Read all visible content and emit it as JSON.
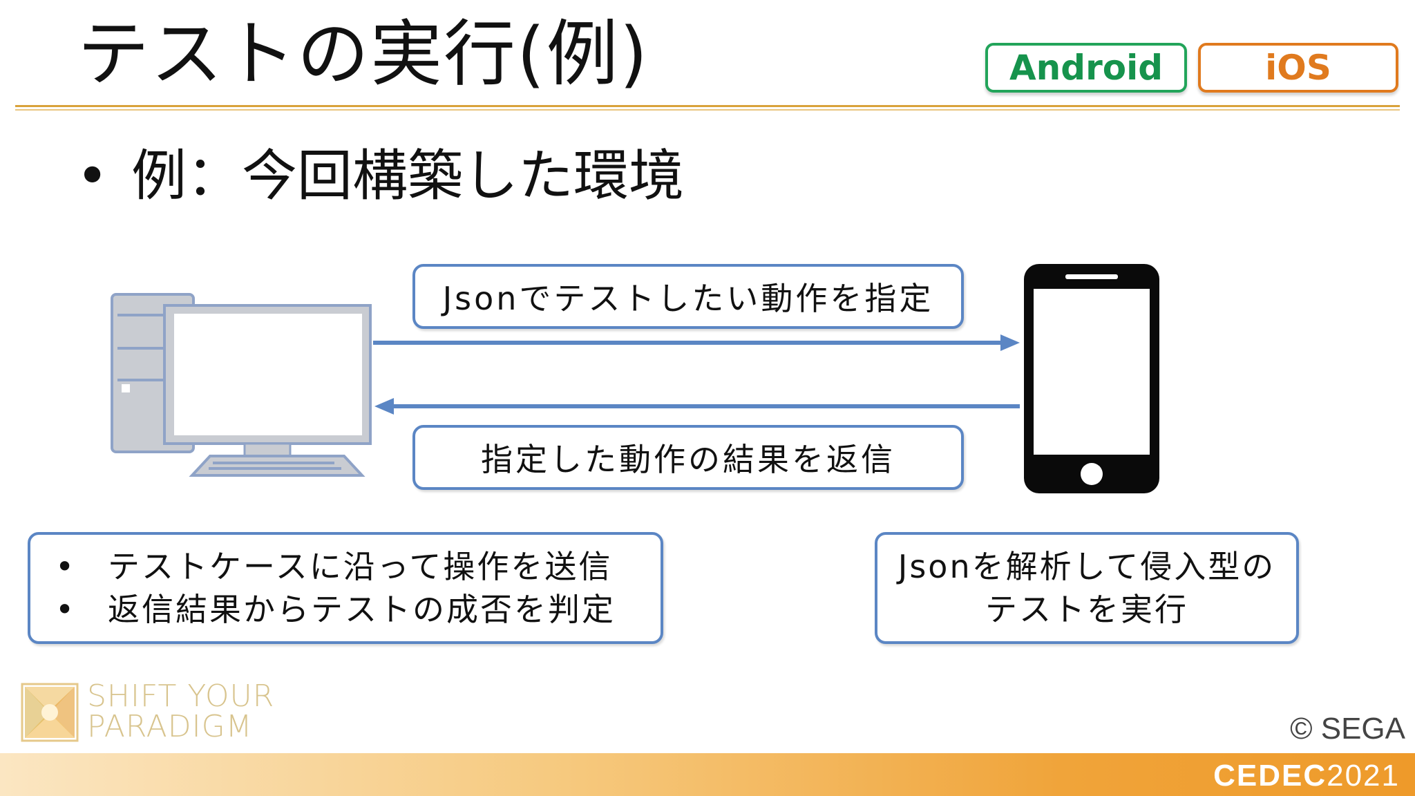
{
  "slide": {
    "title": "テストの実行(例)",
    "bullet": "例：今回構築した環境",
    "bullet_marker": "•"
  },
  "badges": {
    "android": "Android",
    "ios": "iOS",
    "android_color": "#16934c",
    "ios_color": "#e07a1e"
  },
  "diagram": {
    "request_label": "Jsonでテストしたい動作を指定",
    "response_label": "指定した動作の結果を返信",
    "pc_notes": [
      "テストケースに沿って操作を送信",
      "返信結果からテストの成否を判定"
    ],
    "device_note_line1": "Jsonを解析して侵入型の",
    "device_note_line2": "テストを実行",
    "pc_icon": "desktop-computer-icon",
    "device_icon": "smartphone-icon",
    "arrow_color": "#5b86c4"
  },
  "footer": {
    "logo_line1": "SHIFT YOUR",
    "logo_line2": "PARADIGM",
    "copyright": "© SEGA",
    "event_bold": "CEDEC",
    "event_year": "2021"
  }
}
